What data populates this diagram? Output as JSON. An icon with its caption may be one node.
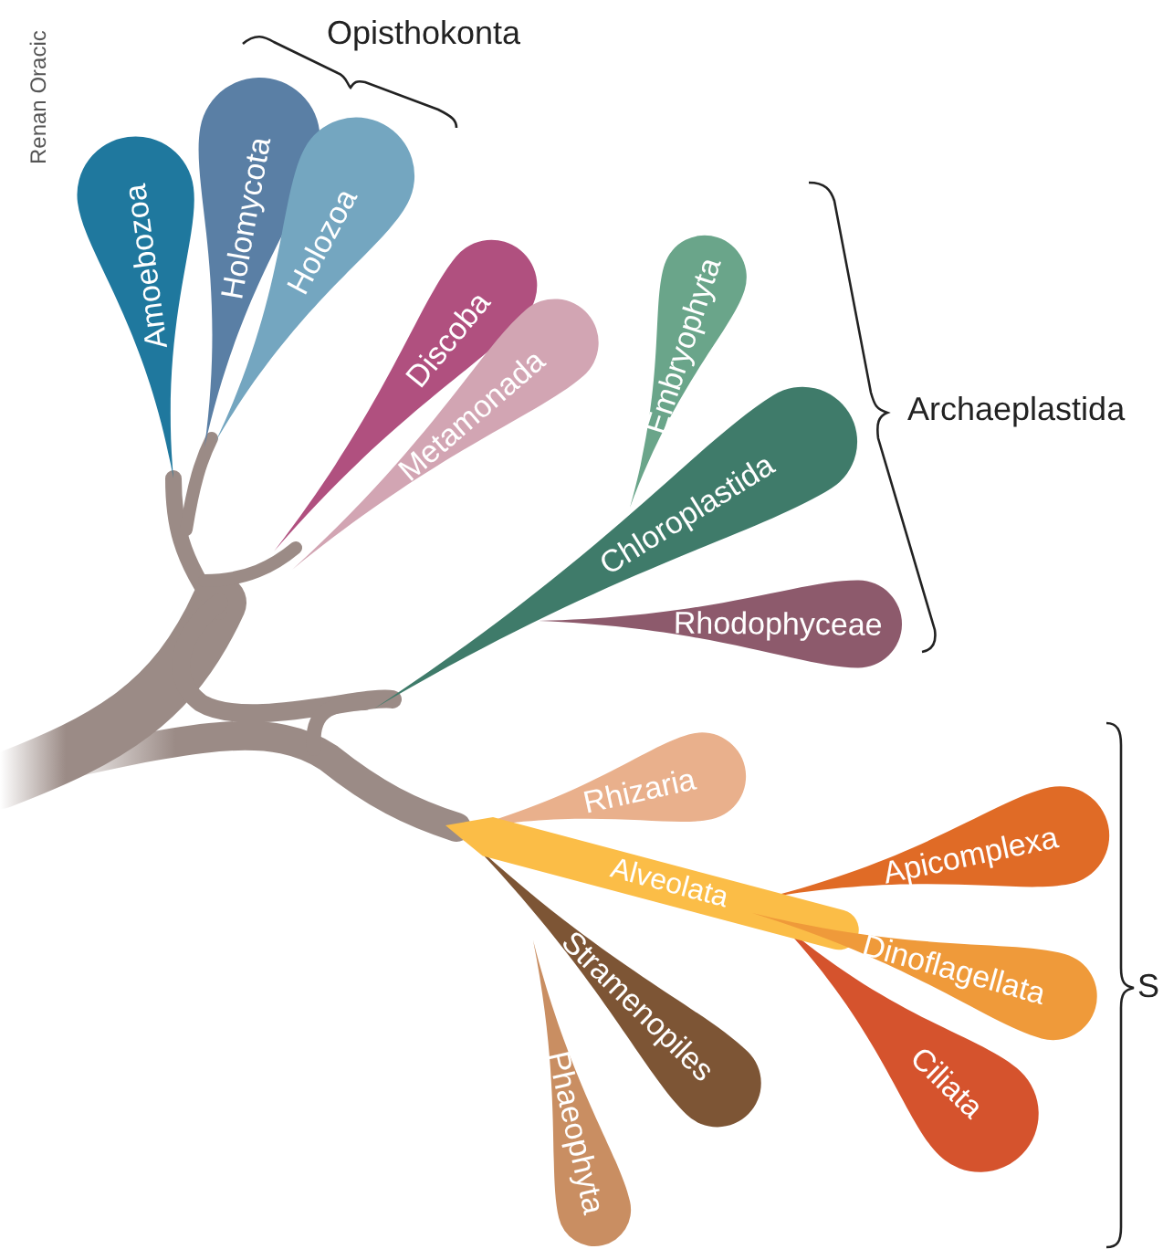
{
  "diagram": {
    "nodes": [
      {
        "text": [
          "Amoebozoa"
        ]
      },
      {
        "text": [
          "Holomycota"
        ]
      },
      {
        "text": [
          "Holozoa"
        ]
      },
      {
        "text": [
          "Discoba"
        ]
      },
      {
        "text": [
          "Metamonada"
        ]
      },
      {
        "text": [
          "Embryophyta"
        ]
      },
      {
        "text": [
          "Chloroplastida"
        ]
      },
      {
        "text": [
          "Rhodophyceae"
        ]
      },
      {
        "text": [
          "Rhizaria"
        ]
      },
      {
        "text": [
          "Alveolata"
        ]
      },
      {
        "text": [
          "Apicomplexa"
        ]
      },
      {
        "text": [
          "Dinoflagellata"
        ]
      },
      {
        "text": [
          "Stramenopiles"
        ]
      },
      {
        "text": [
          "Ciliata"
        ]
      },
      {
        "text": [
          "Phaeophyta"
        ]
      }
    ],
    "labels": [
      "Renan Oracic",
      "Opisthokonta",
      "Archaeplastida",
      "S"
    ]
  }
}
